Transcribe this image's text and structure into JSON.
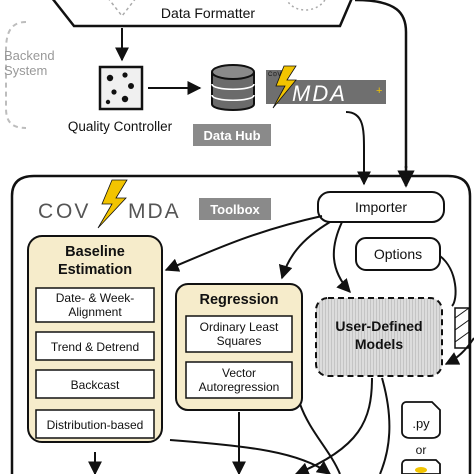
{
  "backend": {
    "formatter_label": "Data Formatter",
    "side_label_line1": "Backend",
    "side_label_line2": "System",
    "quality_label": "Quality Controller",
    "hub_label": "Data Hub",
    "logo_small": "C⊙VID",
    "logo_mda": "MDA",
    "logo_plus": "+"
  },
  "toolbox": {
    "logo_c": "C",
    "logo_ov": "OV",
    "logo_mda": "MDA",
    "tag_label": "Toolbox",
    "importer_label": "Importer",
    "options_label": "Options"
  },
  "baseline": {
    "title_line1": "Baseline",
    "title_line2": "Estimation",
    "items": [
      {
        "line1": "Date- & Week-",
        "line2": "Alignment"
      },
      {
        "line1": "Trend & Detrend",
        "line2": ""
      },
      {
        "line1": "Backcast",
        "line2": ""
      },
      {
        "line1": "Distribution-based",
        "line2": ""
      }
    ]
  },
  "regression": {
    "title": "Regression",
    "items": [
      {
        "line1": "Ordinary Least",
        "line2": "Squares"
      },
      {
        "line1": "Vector",
        "line2": "Autoregression"
      }
    ]
  },
  "user_models": {
    "line1": "User-Defined",
    "line2": "Models"
  },
  "files": {
    "py_label": ".py",
    "or_label": "or"
  },
  "colors": {
    "cream": "#f6eccb",
    "accent_yellow": "#f2c400",
    "hub_gray": "#8a8a8a",
    "db_gray": "#6b6b6b",
    "user_models_fill": "#d8d8d8"
  }
}
